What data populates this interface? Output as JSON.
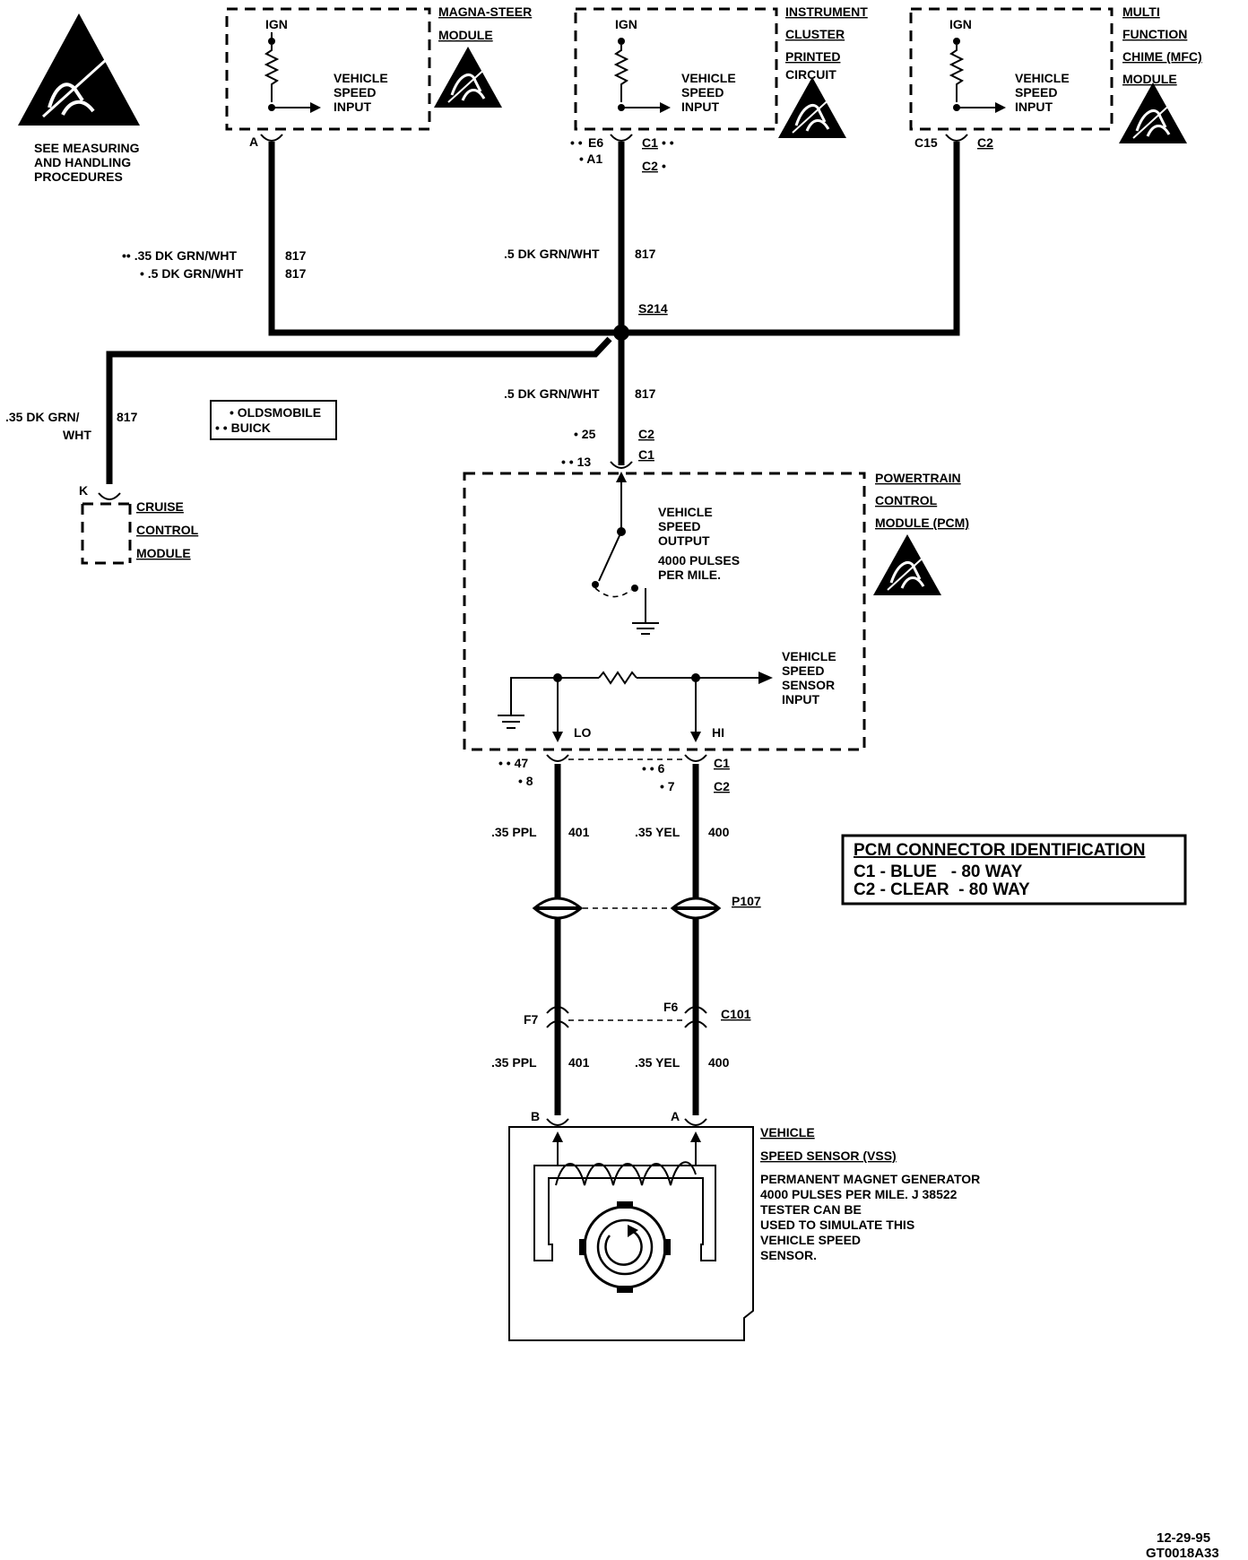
{
  "esd_note": [
    "SEE MEASURING",
    "AND HANDLING",
    "PROCEDURES"
  ],
  "modules": {
    "magna": {
      "name": [
        "MAGNA-STEER",
        "MODULE"
      ],
      "ign": "IGN",
      "input": [
        "VEHICLE",
        "SPEED",
        "INPUT"
      ],
      "pin": "A"
    },
    "cluster": {
      "name": [
        "INSTRUMENT",
        "CLUSTER",
        "PRINTED",
        "CIRCUIT"
      ],
      "ign": "IGN",
      "input": [
        "VEHICLE",
        "SPEED",
        "INPUT"
      ],
      "pin_left_1": "E6",
      "pin_left_2": "• A1",
      "conn_1": "C1",
      "conn_1_mark": "• •",
      "conn_2": "C2",
      "conn_2_mark": "•",
      "pin_left_1_mark": "• •"
    },
    "mfc": {
      "name": [
        "MULTI",
        "FUNCTION",
        "CHIME (MFC)",
        "MODULE"
      ],
      "ign": "IGN",
      "input": [
        "VEHICLE",
        "SPEED",
        "INPUT"
      ],
      "pin": "C15",
      "conn": "C2"
    },
    "cruise": {
      "name": [
        "CRUISE",
        "CONTROL",
        "MODULE"
      ],
      "pin": "K"
    },
    "pcm": {
      "name": [
        "POWERTRAIN",
        "CONTROL",
        "MODULE (PCM)"
      ],
      "output": [
        "VEHICLE",
        "SPEED",
        "OUTPUT",
        "4000 PULSES",
        "PER MILE."
      ],
      "sensor_input": [
        "VEHICLE",
        "SPEED",
        "SENSOR",
        "INPUT"
      ],
      "lo": "LO",
      "hi": "HI",
      "top_pin_1": "• 25",
      "top_conn_1": "C2",
      "top_pin_2": "• • 13",
      "top_conn_2": "C1",
      "lo_pin_1": "• • 47",
      "lo_pin_2": "• 8",
      "hi_pin_1": "• • 6",
      "hi_pin_2": "• 7",
      "hi_conn_1": "C1",
      "hi_conn_2": "C2"
    },
    "vss": {
      "name": [
        "VEHICLE",
        "SPEED SENSOR (VSS)"
      ],
      "desc": [
        "PERMANENT MAGNET GENERATOR",
        "4000 PULSES PER MILE. J 38522",
        "TESTER CAN BE",
        "USED TO SIMULATE THIS",
        "VEHICLE SPEED",
        "SENSOR."
      ],
      "pin_b": "B",
      "pin_a": "A"
    }
  },
  "wires": {
    "magna_1": "•• .35 DK GRN/WHT",
    "magna_1_circ": "817",
    "magna_2": "• .5 DK GRN/WHT",
    "magna_2_circ": "817",
    "cluster": ".5 DK GRN/WHT",
    "cluster_circ": "817",
    "pcm_top": ".5 DK GRN/WHT",
    "pcm_top_circ": "817",
    "cruise_1": ".35 DK GRN/",
    "cruise_2": "WHT",
    "cruise_circ": "817",
    "lo_upper": ".35 PPL",
    "lo_upper_circ": "401",
    "hi_upper": ".35 YEL",
    "hi_upper_circ": "400",
    "lo_lower": ".35 PPL",
    "lo_lower_circ": "401",
    "hi_lower": ".35 YEL",
    "hi_lower_circ": "400"
  },
  "splice": "S214",
  "legend": [
    "• OLDSMOBILE",
    "• • BUICK"
  ],
  "connectors": {
    "p107": "P107",
    "c101": "C101",
    "f7": "F7",
    "f6": "F6"
  },
  "pcm_id": {
    "title": "PCM CONNECTOR IDENTIFICATION",
    "row1": "C1 - BLUE   - 80 WAY",
    "row2": "C2 - CLEAR  - 80 WAY"
  },
  "footer": [
    "12-29-95",
    "GT0018A33"
  ]
}
